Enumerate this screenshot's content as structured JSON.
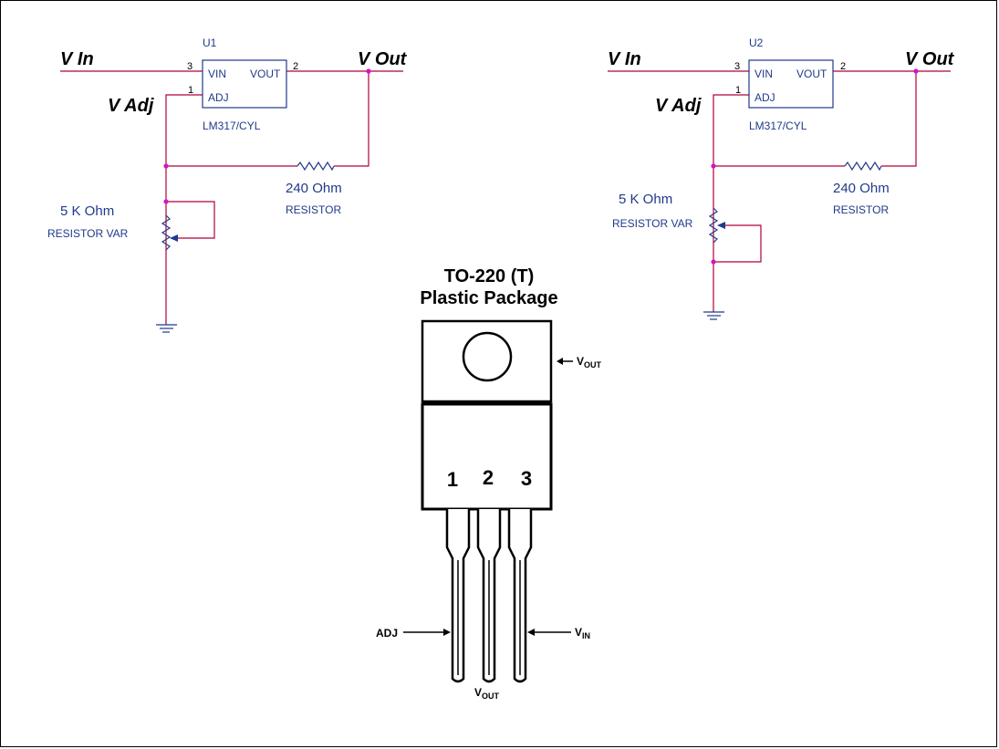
{
  "circuit1": {
    "v_in": "V In",
    "v_out": "V Out",
    "v_adj": "V Adj",
    "ref": "U1",
    "pin_vin": "3",
    "pin_vout": "2",
    "pin_adj": "1",
    "label_vin": "VIN",
    "label_vout": "VOUT",
    "label_adj": "ADJ",
    "part": "LM317/CYL",
    "resistor_value": "240 Ohm",
    "resistor_type": "RESISTOR",
    "pot_value": "5 K Ohm",
    "pot_type": "RESISTOR VAR"
  },
  "circuit2": {
    "v_in": "V In",
    "v_out": "V Out",
    "v_adj": "V Adj",
    "ref": "U2",
    "pin_vin": "3",
    "pin_vout": "2",
    "pin_adj": "1",
    "label_vin": "VIN",
    "label_vout": "VOUT",
    "label_adj": "ADJ",
    "part": "LM317/CYL",
    "resistor_value": "240 Ohm",
    "resistor_type": "RESISTOR",
    "pot_value": "5 K Ohm",
    "pot_type": "RESISTOR VAR"
  },
  "package": {
    "title_line1": "TO-220 (T)",
    "title_line2": "Plastic Package",
    "pin1": "1",
    "pin2": "2",
    "pin3": "3",
    "tab_label_main": "V",
    "tab_label_sub": "OUT",
    "adj_label": "ADJ",
    "vin_label_main": "V",
    "vin_label_sub": "IN",
    "vout_label_main": "V",
    "vout_label_sub": "OUT"
  },
  "colors": {
    "wire": "#b0003a",
    "component": "#1f3a8a",
    "node": "#d414c8"
  }
}
